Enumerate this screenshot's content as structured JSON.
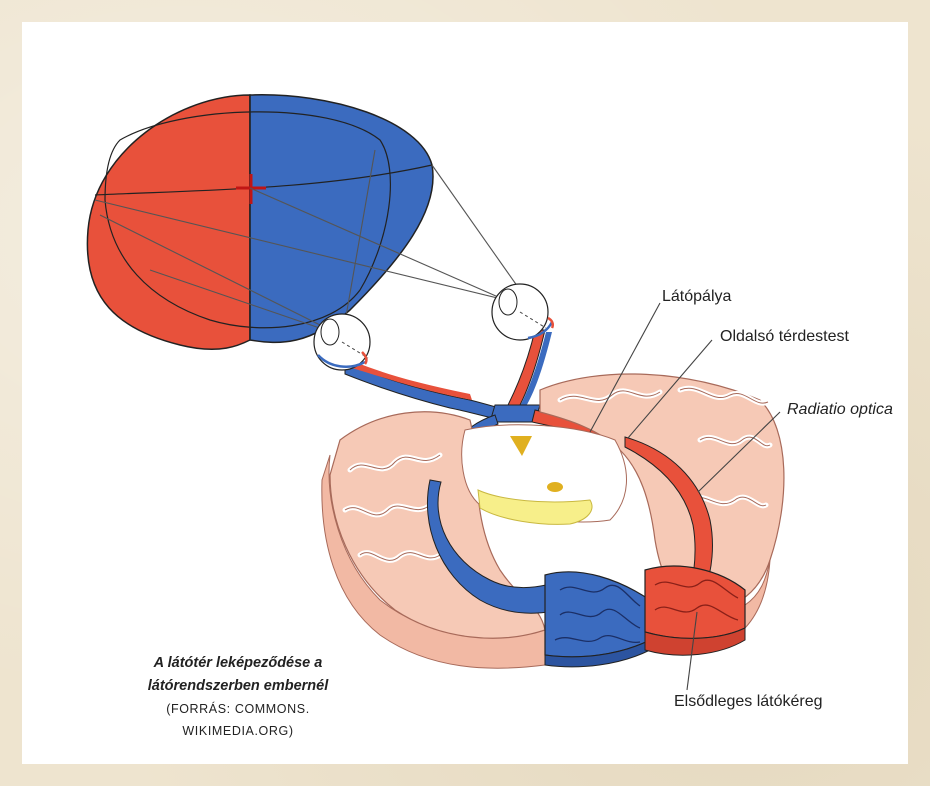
{
  "labels": {
    "latopalya": "Látópálya",
    "oldalso_terdestest": "Oldalsó térdestest",
    "radiatio_optica": "Radiatio optica",
    "elsodleges_latokereg": "Elsődleges látókéreg"
  },
  "caption": {
    "title_line1": "A látótér leképeződése a",
    "title_line2": "látórendszerben embernél",
    "source_line1": "(FORRÁS: COMMONS.",
    "source_line2": "WIKIMEDIA.ORG)"
  },
  "colors": {
    "left_field": "#e8513b",
    "right_field": "#3b6bbf",
    "cortex": "#f6c9b6",
    "cortex_edge": "#a86a5a",
    "white_matter": "#ffffff",
    "yellow": "#f7ef8a",
    "gold": "#e0b020"
  }
}
